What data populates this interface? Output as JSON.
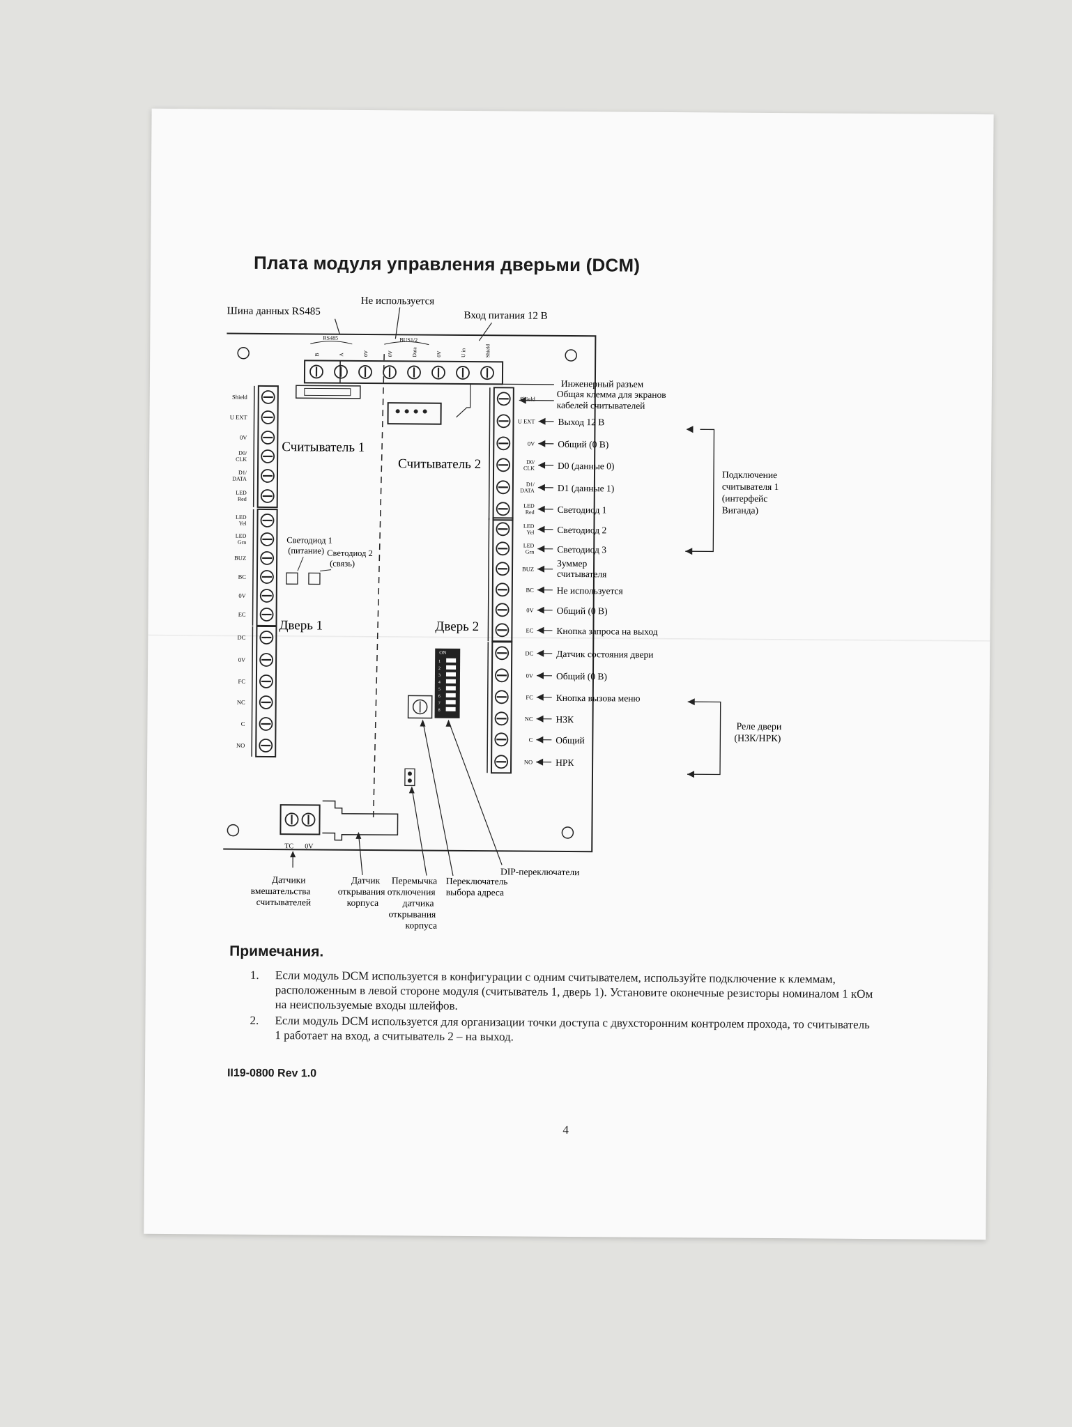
{
  "page": {
    "title": "Плата модуля управления дверьми (DCM)",
    "notes_heading": "Примечания.",
    "notes": [
      {
        "num": "1.",
        "text": "Если модуль DCM используется в конфигурации с одним считывателем, используйте подключение к клеммам, расположенным в левой стороне модуля (считыватель 1, дверь 1). Установите оконечные резисторы номиналом 1 кОм на неиспользуемые входы шлейфов."
      },
      {
        "num": "2.",
        "text": "Если модуль DCM используется для организации точки доступа с двухсторонним контролем прохода, то считыватель 1 работает на вход, а считыватель 2 – на выход."
      }
    ],
    "doc_id": "II19-0800 Rev 1.0",
    "page_number": "4"
  },
  "diagram": {
    "top": {
      "rs485_bus": "Шина данных RS485",
      "not_used": "Не используется",
      "power_input": "Вход питания 12 В"
    },
    "connector_labels": {
      "rs485": "RS485",
      "bus12": "BUS1/2",
      "pins": [
        "B",
        "A",
        "0V",
        "0V",
        "Data",
        "0V",
        "U in",
        "Shield"
      ]
    },
    "left_terminals": [
      "Shield",
      "U EXT",
      "0V",
      "D0/ CLK",
      "D1/ DATA",
      "LED Red",
      "LED Yel",
      "LED Grn",
      "BUZ",
      "BC",
      "0V",
      "EC",
      "DC",
      "0V",
      "FC",
      "NC",
      "C",
      "NO"
    ],
    "right_terminals": [
      "Shield",
      "U EXT",
      "0V",
      "D0/ CLK",
      "D1/ DATA",
      "LED Red",
      "LED Yel",
      "LED Grn",
      "BUZ",
      "BC",
      "0V",
      "EC",
      "DC",
      "0V",
      "FC",
      "NC",
      "C",
      "NO"
    ],
    "board_text": {
      "reader1": "Считыватель 1",
      "reader2": "Считыватель 2",
      "door1": "Дверь 1",
      "door2": "Дверь 2",
      "led1": "Светодиод 1 (питание)",
      "led2": "Светодиод 2 (связь)",
      "dip_on": "ON",
      "dip_nums": "1 2 3 4 5 6 7 8",
      "bottom_tc": "TC",
      "bottom_0v": "0V"
    },
    "right_callouts": [
      "Инженерный разъем",
      "Общая клемма для экранов кабелей считывателей",
      "Выход 12 В",
      "Общий (0 В)",
      "D0 (данные 0)",
      "D1 (данные 1)",
      "Светодиод 1",
      "Светодиод 2",
      "Светодиод 3",
      "Зуммер считывателя",
      "Не используется",
      "Общий (0 В)",
      "Кнопка запроса на выход",
      "Датчик состояния двери",
      "Общий (0 В)",
      "Кнопка вызова меню",
      "НЗК",
      "Общий",
      "НРК"
    ],
    "group_labels": {
      "wiegand": "Подключение считывателя 1 (интерфейс Виганда)",
      "relay": "Реле двери (НЗК/НРК)"
    },
    "bottom_callouts": {
      "tamper_readers": "Датчики вмешательства считывателей",
      "case_sensor": "Датчик открывания корпуса",
      "jumper": "Перемычка отключения датчика открывания корпуса",
      "address_switch": "Переключатель выбора адреса",
      "dip": "DIP-переключатели"
    }
  }
}
